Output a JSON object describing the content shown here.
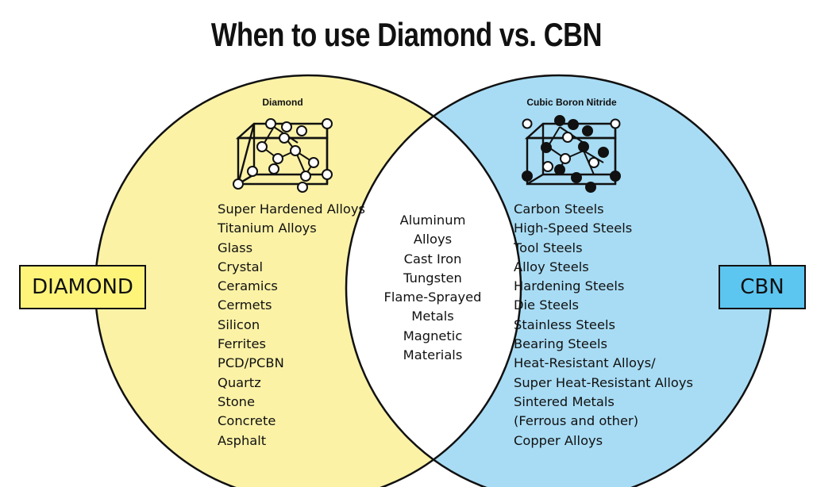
{
  "title": "When to use Diamond vs. CBN",
  "colors": {
    "diamond_fill": "#fbf2a6",
    "cbn_fill": "#a8dcf4",
    "diamond_box": "#fff47a",
    "cbn_box": "#5cc6f0",
    "overlap_fill": "#ffffff"
  },
  "diamond": {
    "box_label": "DIAMOND",
    "crystal_label": "Diamond",
    "crystal_icon": "diamond-lattice-icon",
    "items": [
      "Super Hardened Alloys",
      "Titanium Alloys",
      "Glass",
      "Crystal",
      "Ceramics",
      "Cermets",
      "Silicon",
      "Ferrites",
      "PCD/PCBN",
      "Quartz",
      "Stone",
      "Concrete",
      "Asphalt"
    ]
  },
  "both": {
    "items": [
      "Aluminum",
      "Alloys",
      "Cast Iron",
      "Tungsten",
      "Flame-Sprayed",
      "Metals",
      "Magnetic",
      "Materials"
    ]
  },
  "cbn": {
    "box_label": "CBN",
    "crystal_label": "Cubic Boron Nitride",
    "crystal_icon": "cbn-lattice-icon",
    "items": [
      "Carbon Steels",
      "High-Speed Steels",
      "Tool Steels",
      "Alloy Steels",
      "Hardening Steels",
      "Die Steels",
      "Stainless Steels",
      "Bearing Steels",
      "Heat-Resistant Alloys/",
      "Super Heat-Resistant Alloys",
      "Sintered Metals",
      "(Ferrous and other)",
      "Copper Alloys"
    ]
  }
}
